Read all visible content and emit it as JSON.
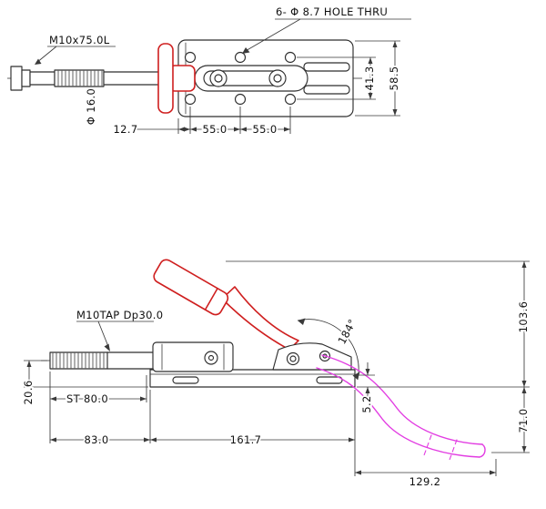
{
  "drawing": {
    "title": "toggle-clamp-technical-drawing",
    "top": {
      "callout": "6- Φ 8.7 HOLE THRU",
      "thread_label": "M10x75.0L",
      "dia_label": "Φ 16.0",
      "dim_offset": "12.7",
      "dim_pitch1": "55.0",
      "dim_pitch2": "55.0",
      "dim_hole_span": "41.3",
      "dim_width": "58.5"
    },
    "side": {
      "tap_label": "M10TAP Dp30.0",
      "dim_rod_height": "20.6",
      "dim_stroke": "ST 80.0",
      "dim_front": "83.0",
      "dim_base": "161.7",
      "dim_gap": "5.2",
      "dim_total_height": "103.6",
      "dim_drop": "71.0",
      "dim_reach": "129.2",
      "angle_sweep": "184°"
    }
  },
  "colors": {
    "line": "#2e2e2e",
    "dim": "#3a3a3a",
    "red": "#cf1f1f",
    "mag": "#e23ce2"
  }
}
